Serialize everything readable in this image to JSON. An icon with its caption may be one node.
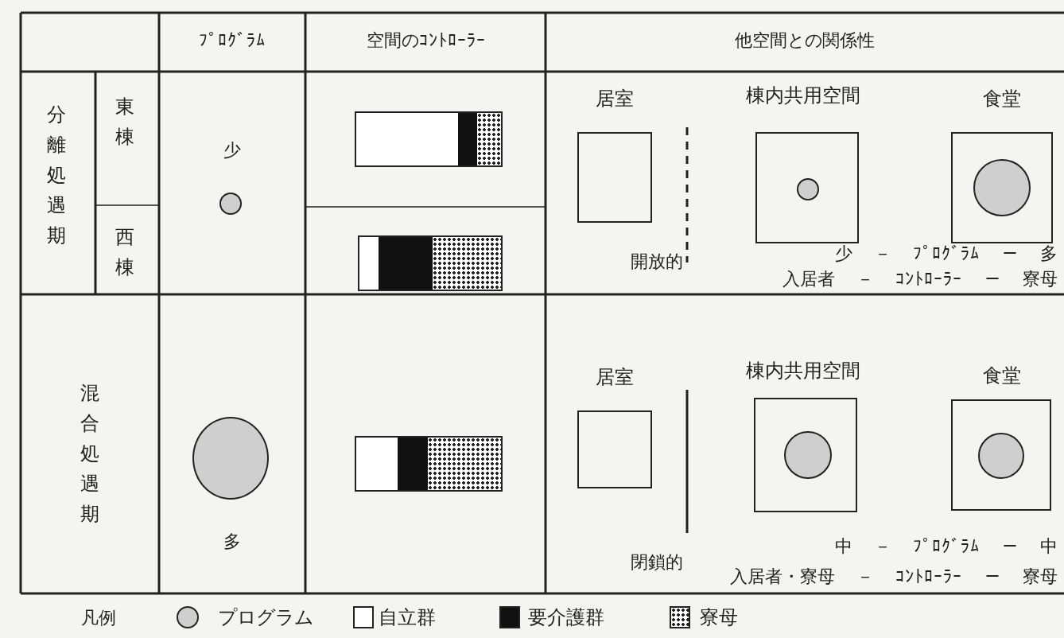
{
  "diagram": {
    "nodes": [
      {
        "text": [],
        "shape": "circle"
      },
      {
        "text": [],
        "shape": "bar"
      },
      {
        "text": [],
        "shape": "bar"
      },
      {
        "text": [
          "居室"
        ]
      },
      {
        "text": [
          "棟内共用空間"
        ]
      },
      {
        "text": [],
        "shape": "circle",
        "in": 4
      },
      {
        "text": [
          "食堂"
        ]
      },
      {
        "text": [],
        "shape": "circle",
        "in": 6
      },
      {
        "text": [],
        "shape": "circle"
      },
      {
        "text": [],
        "shape": "bar"
      },
      {
        "text": [
          "居室"
        ]
      },
      {
        "text": [
          "棟内共用空間"
        ]
      },
      {
        "text": [],
        "shape": "circle",
        "in": 11
      },
      {
        "text": [
          "食堂"
        ]
      },
      {
        "text": [],
        "shape": "circle",
        "in": 13
      }
    ],
    "edges": [],
    "labels": [
      "ﾌﾟﾛｸﾞﾗﾑ",
      "空間のｺﾝﾄﾛｰﾗｰ",
      "他空間との関係性",
      "分離処遇期",
      "東棟",
      "少",
      "西棟",
      "開放的",
      "少 － ﾌﾟﾛｸﾞﾗﾑ － 多",
      "入居者 － ｺﾝﾄﾛｰﾗｰ － 寮母",
      "混合処遇期",
      "多",
      "中 － ﾌﾟﾛｸﾞﾗﾑ － 中",
      "閉鎖的",
      "入居者・寮母 － ｺﾝﾄﾛｰﾗｰ － 寮母",
      "凡例"
    ],
    "legend": [
      {
        "text": "プログラム"
      },
      {
        "text": "自立群",
        "color": "#ffffff"
      },
      {
        "text": "要介護群",
        "color": "#111111"
      },
      {
        "text": "寮母"
      }
    ]
  }
}
